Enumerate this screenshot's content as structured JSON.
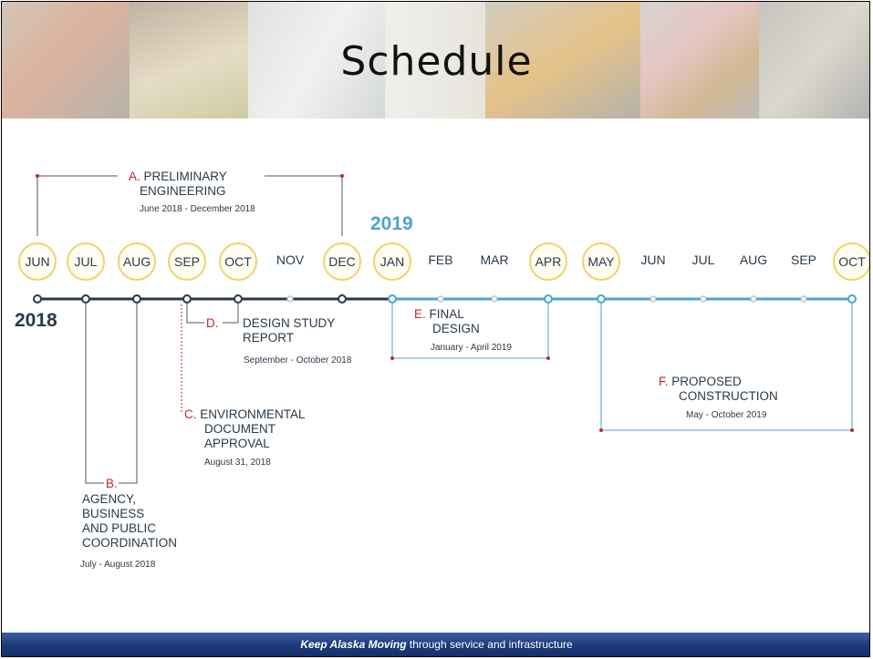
{
  "slide": {
    "title": "Schedule",
    "footer_bold": "Keep Alaska Moving",
    "footer_rest": " through service and infrastructure"
  },
  "years": {
    "y2018": "2018",
    "y2019": "2019"
  },
  "months": [
    "JUN",
    "JUL",
    "AUG",
    "SEP",
    "OCT",
    "NOV",
    "DEC",
    "JAN",
    "FEB",
    "MAR",
    "APR",
    "MAY",
    "JUN",
    "JUL",
    "AUG",
    "SEP",
    "OCT"
  ],
  "phases": {
    "a": {
      "letter": "A.",
      "line1": " PRELIMINARY",
      "line2": "ENGINEERING",
      "dates": "June 2018 - December 2018"
    },
    "b": {
      "letter": "B.",
      "line1": "AGENCY,",
      "line2": "BUSINESS",
      "line3": "AND PUBLIC",
      "line4": "COORDINATION",
      "dates": "July - August 2018"
    },
    "c": {
      "letter": "C.",
      "line1": " ENVIRONMENTAL",
      "line2": "DOCUMENT",
      "line3": "APPROVAL",
      "dates": "August 31, 2018"
    },
    "d": {
      "letter": "D.",
      "line1": "DESIGN STUDY",
      "line2": "REPORT",
      "dates": "September - October 2018"
    },
    "e": {
      "letter": "E.",
      "line1": " FINAL",
      "line2": "DESIGN",
      "dates": "January - April 2019"
    },
    "f": {
      "letter": "F.",
      "line1": " PROPOSED",
      "line2": "CONSTRUCTION",
      "dates": "May - October 2019"
    }
  },
  "colors": {
    "dark": "#2a3a48",
    "blue": "#4aa6cf",
    "red": "#c0262d",
    "gold": "#f2d26a"
  }
}
